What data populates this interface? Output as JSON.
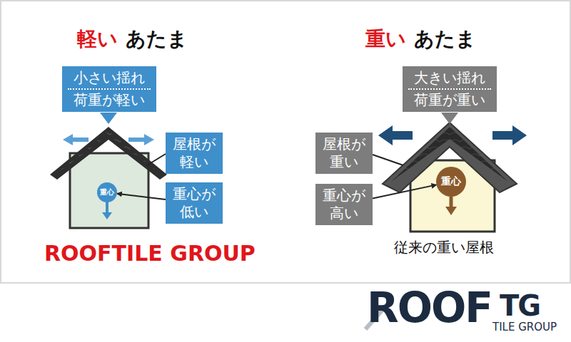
{
  "diagram": {
    "nodes": [
      {
        "text": [
          "小さい揺れ",
          "荷重が軽い"
        ]
      },
      {
        "text": [
          "屋根が 軽い"
        ]
      },
      {
        "text": [
          "重心が 低い"
        ]
      },
      {
        "text": [
          "重心"
        ]
      },
      {
        "text": [
          "大きい揺れ",
          "荷重が重い"
        ]
      },
      {
        "text": [
          "屋根が 重い"
        ]
      },
      {
        "text": [
          "重心が 高い"
        ]
      },
      {
        "text": [
          "重心"
        ]
      }
    ],
    "edges": [
      {
        "from": 2,
        "to": 3,
        "arrow": "to"
      },
      {
        "from": 6,
        "to": 7,
        "arrow": "to"
      }
    ],
    "labels": [
      "軽い",
      "あたま",
      "ROOFTILE GROUP",
      "重い",
      "あたま",
      "従来の重い屋根",
      "ROOF",
      "TG",
      "TILE GROUP"
    ]
  }
}
